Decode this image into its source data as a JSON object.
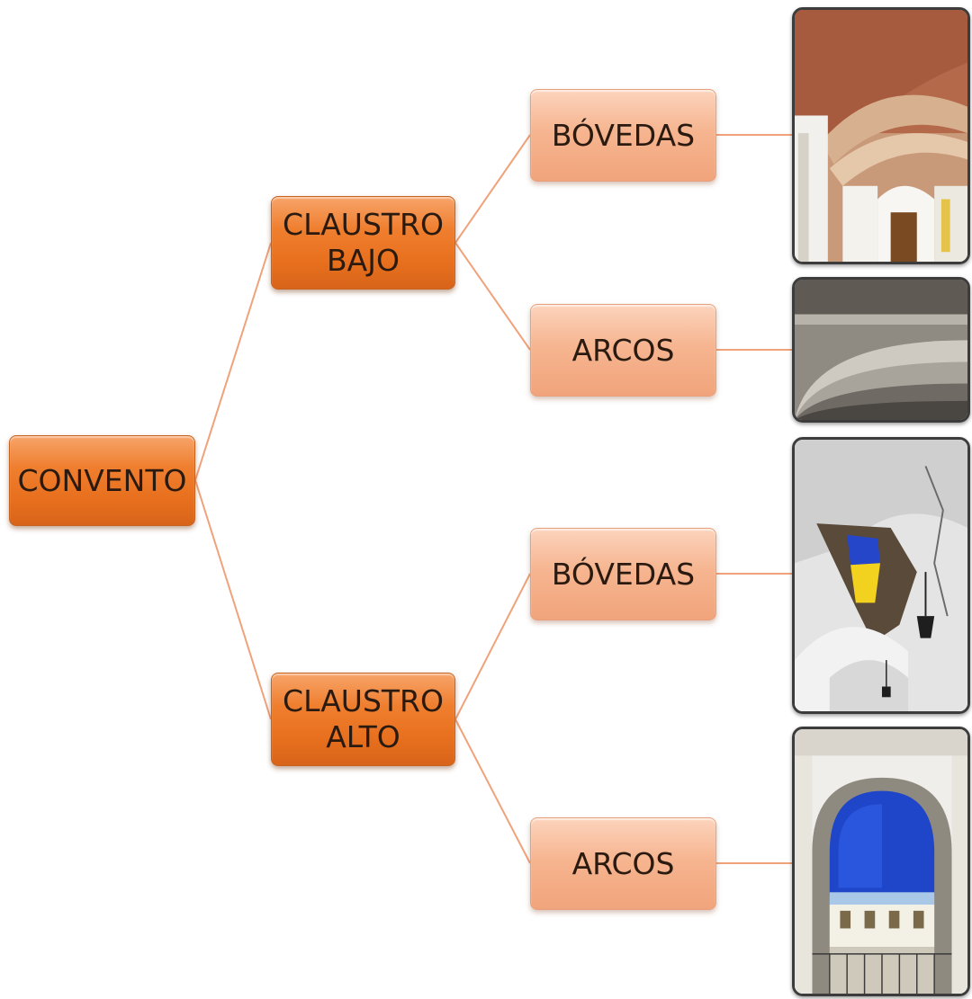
{
  "root": {
    "label": "CONVENTO"
  },
  "level1": [
    {
      "label": "CLAUSTRO\nBAJO"
    },
    {
      "label": "CLAUSTRO\nALTO"
    }
  ],
  "level2": [
    {
      "label": "BÓVEDAS"
    },
    {
      "label": "ARCOS"
    },
    {
      "label": "BÓVEDAS"
    },
    {
      "label": "ARCOS"
    }
  ],
  "colors": {
    "dark_box": "#ef7f2f",
    "light_box": "#f6b590",
    "connector": "#f0a27a"
  }
}
